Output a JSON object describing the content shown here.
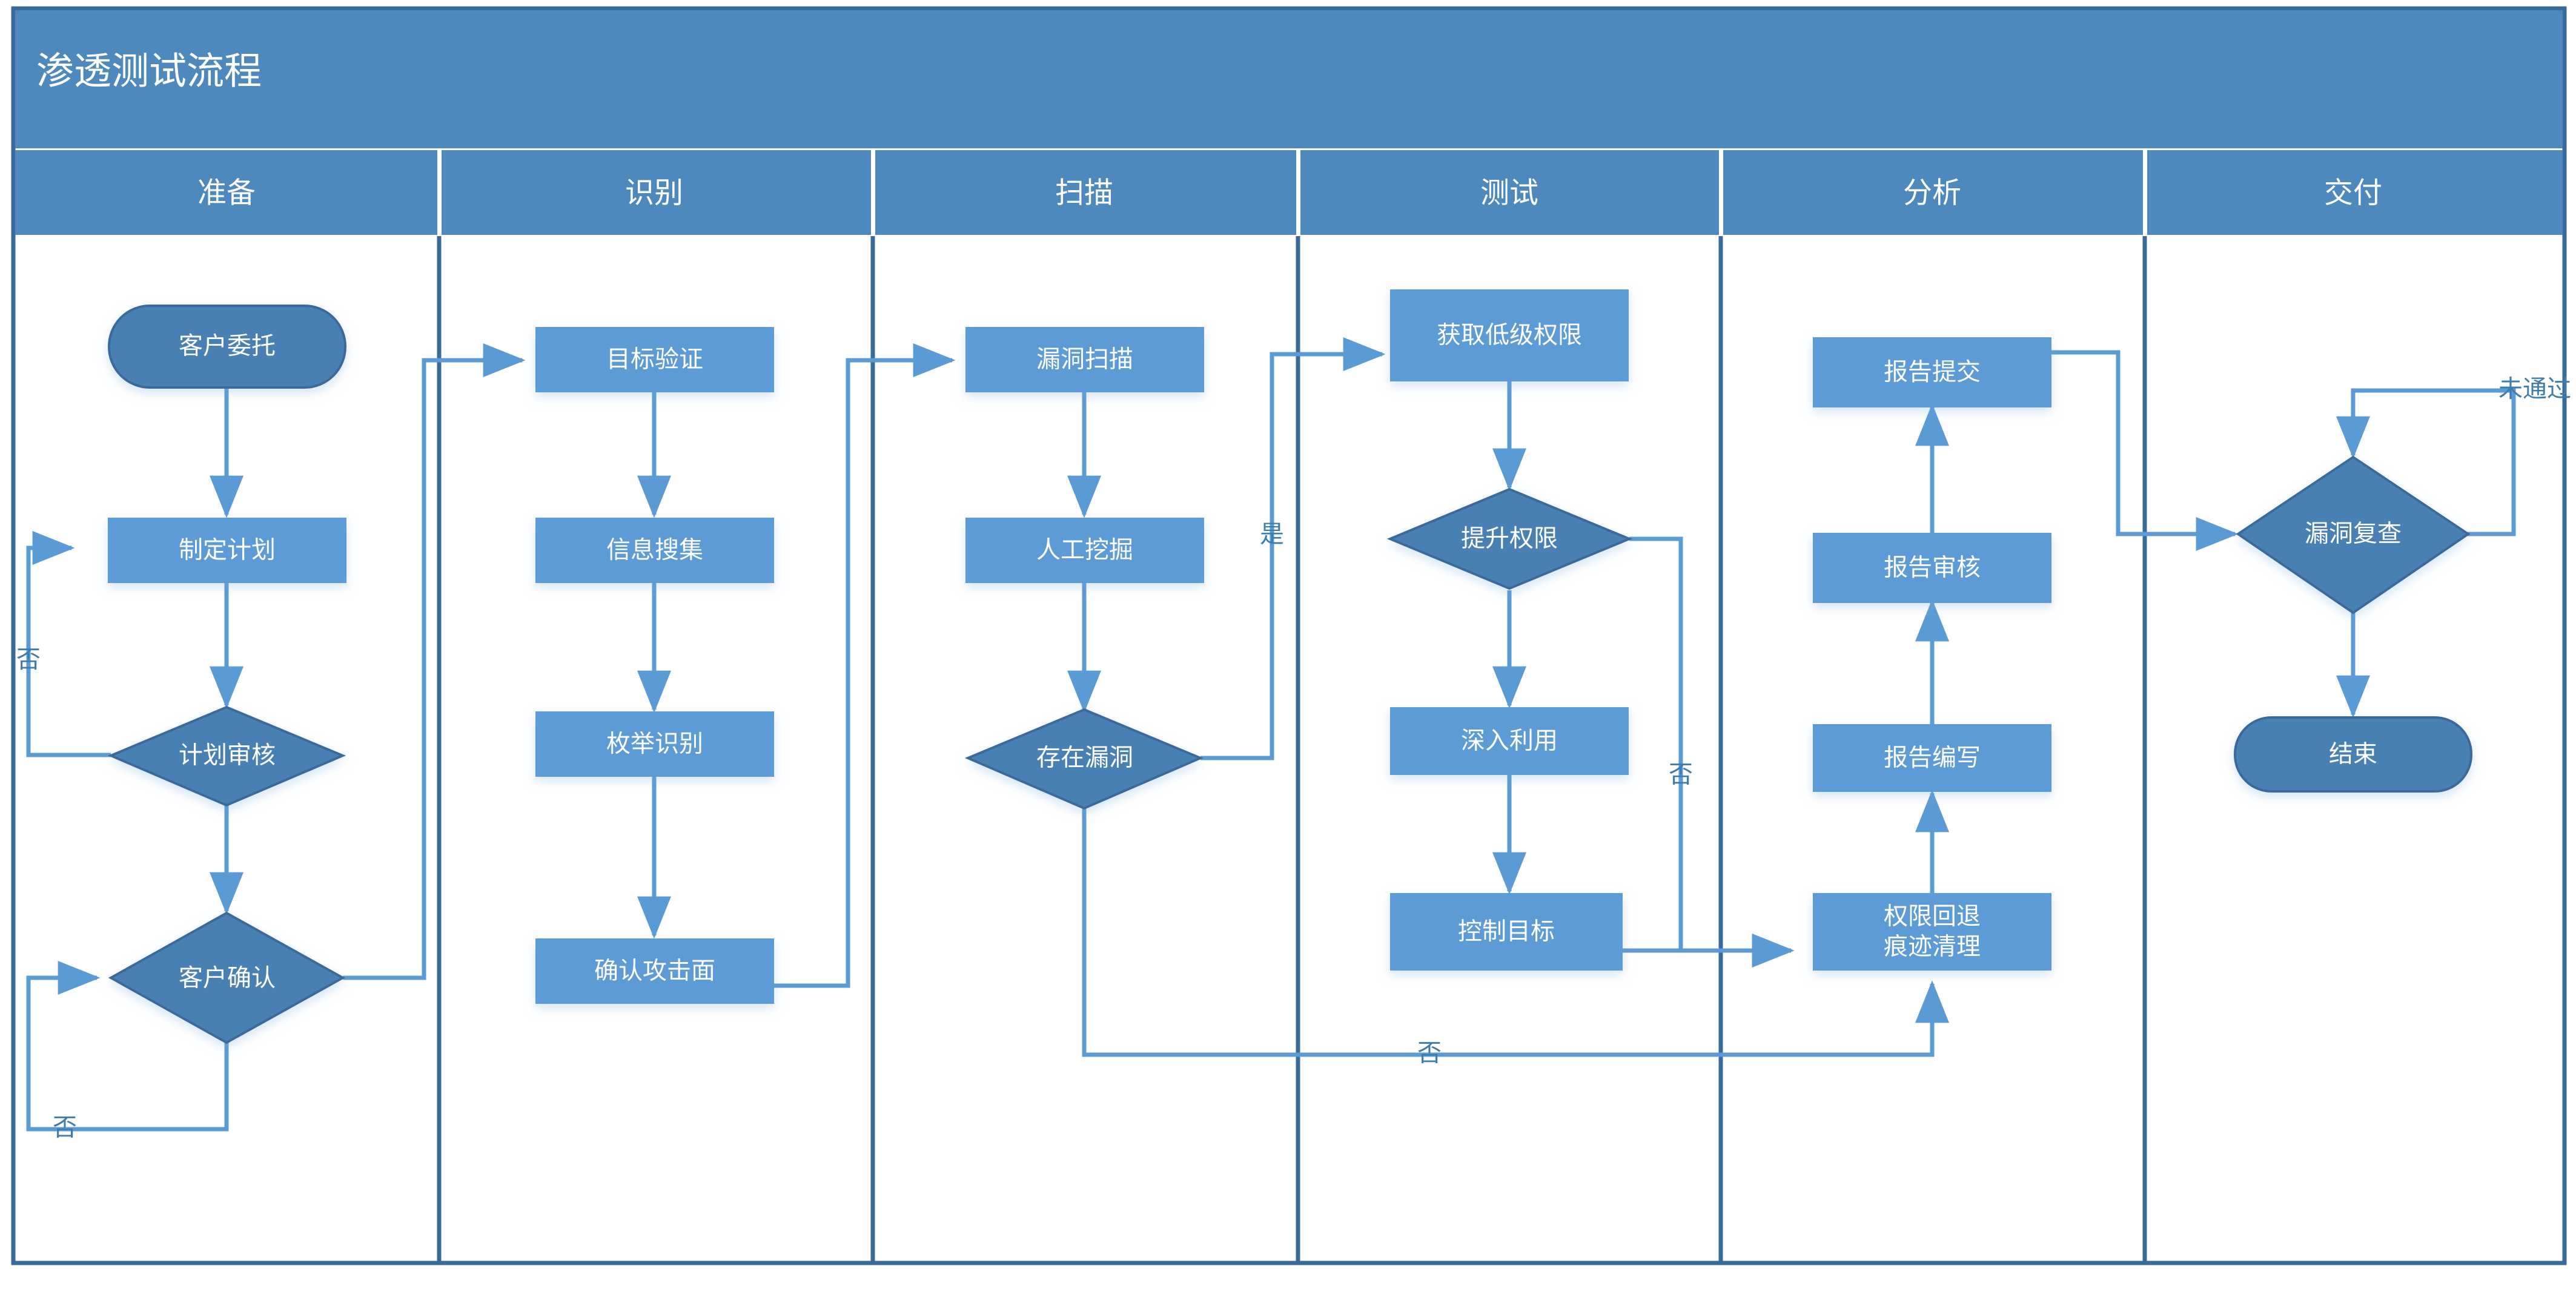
{
  "diagram": {
    "title": "渗透测试流程",
    "type": "swimlane-flowchart",
    "colors": {
      "header_bar": "#4E89BD",
      "lane_header": "#4E89BD",
      "process_fill": "#5B9BD5",
      "decision_fill": "#4A80B4",
      "terminal_fill": "#4A80B4",
      "connector": "#5B9BD5",
      "frame_border": "#3A6A9A",
      "canvas": "#FFFFFF",
      "label_text": "#FFFFFF",
      "edge_label_text": "#3F7CAE"
    },
    "lanes": [
      {
        "id": "prep",
        "label": "准备"
      },
      {
        "id": "identify",
        "label": "识别"
      },
      {
        "id": "scan",
        "label": "扫描"
      },
      {
        "id": "test",
        "label": "测试"
      },
      {
        "id": "analyze",
        "label": "分析"
      },
      {
        "id": "deliver",
        "label": "交付"
      }
    ],
    "nodes": [
      {
        "id": "n1",
        "lane": "prep",
        "shape": "terminal",
        "label": "客户委托"
      },
      {
        "id": "n2",
        "lane": "prep",
        "shape": "process",
        "label": "制定计划"
      },
      {
        "id": "n3",
        "lane": "prep",
        "shape": "decision",
        "label": "计划审核"
      },
      {
        "id": "n4",
        "lane": "prep",
        "shape": "decision",
        "label": "客户确认"
      },
      {
        "id": "n5",
        "lane": "identify",
        "shape": "process",
        "label": "目标验证"
      },
      {
        "id": "n6",
        "lane": "identify",
        "shape": "process",
        "label": "信息搜集"
      },
      {
        "id": "n7",
        "lane": "identify",
        "shape": "process",
        "label": "枚举识别"
      },
      {
        "id": "n8",
        "lane": "identify",
        "shape": "process",
        "label": "确认攻击面"
      },
      {
        "id": "n9",
        "lane": "scan",
        "shape": "process",
        "label": "漏洞扫描"
      },
      {
        "id": "n10",
        "lane": "scan",
        "shape": "process",
        "label": "人工挖掘"
      },
      {
        "id": "n11",
        "lane": "scan",
        "shape": "decision",
        "label": "存在漏洞"
      },
      {
        "id": "n12",
        "lane": "test",
        "shape": "process",
        "label": "获取低级权限"
      },
      {
        "id": "n13",
        "lane": "test",
        "shape": "decision",
        "label": "提升权限"
      },
      {
        "id": "n14",
        "lane": "test",
        "shape": "process",
        "label": "深入利用"
      },
      {
        "id": "n15",
        "lane": "test",
        "shape": "process",
        "label": "控制目标"
      },
      {
        "id": "n16",
        "lane": "analyze",
        "shape": "process",
        "label": "权限回退",
        "label2": "痕迹清理"
      },
      {
        "id": "n17",
        "lane": "analyze",
        "shape": "process",
        "label": "报告编写"
      },
      {
        "id": "n18",
        "lane": "analyze",
        "shape": "process",
        "label": "报告审核"
      },
      {
        "id": "n19",
        "lane": "analyze",
        "shape": "process",
        "label": "报告提交"
      },
      {
        "id": "n20",
        "lane": "deliver",
        "shape": "decision",
        "label": "漏洞复查"
      },
      {
        "id": "n21",
        "lane": "deliver",
        "shape": "terminal",
        "label": "结束"
      }
    ],
    "edges": [
      {
        "from": "n1",
        "to": "n2",
        "label": ""
      },
      {
        "from": "n2",
        "to": "n3",
        "label": ""
      },
      {
        "from": "n3",
        "to": "n2",
        "label": "否"
      },
      {
        "from": "n3",
        "to": "n4",
        "label": ""
      },
      {
        "from": "n4",
        "to": "n4",
        "label": "否"
      },
      {
        "from": "n4",
        "to": "n5",
        "label": ""
      },
      {
        "from": "n5",
        "to": "n6",
        "label": ""
      },
      {
        "from": "n6",
        "to": "n7",
        "label": ""
      },
      {
        "from": "n7",
        "to": "n8",
        "label": ""
      },
      {
        "from": "n8",
        "to": "n9",
        "label": ""
      },
      {
        "from": "n9",
        "to": "n10",
        "label": ""
      },
      {
        "from": "n10",
        "to": "n11",
        "label": ""
      },
      {
        "from": "n11",
        "to": "n12",
        "label": "是"
      },
      {
        "from": "n11",
        "to": "n16",
        "label": "否"
      },
      {
        "from": "n12",
        "to": "n13",
        "label": ""
      },
      {
        "from": "n13",
        "to": "n14",
        "label": ""
      },
      {
        "from": "n13",
        "to": "n16",
        "label": "否"
      },
      {
        "from": "n14",
        "to": "n15",
        "label": ""
      },
      {
        "from": "n15",
        "to": "n16",
        "label": ""
      },
      {
        "from": "n16",
        "to": "n17",
        "label": ""
      },
      {
        "from": "n17",
        "to": "n18",
        "label": ""
      },
      {
        "from": "n18",
        "to": "n19",
        "label": ""
      },
      {
        "from": "n19",
        "to": "n20",
        "label": ""
      },
      {
        "from": "n20",
        "to": "n20",
        "label": "未通过"
      },
      {
        "from": "n20",
        "to": "n21",
        "label": ""
      }
    ],
    "edge_labels": {
      "plan_review_no": "否",
      "client_confirm_no": "否",
      "vuln_exists_yes": "是",
      "vuln_exists_no": "否",
      "privesc_no": "否",
      "recheck_fail": "未通过"
    }
  }
}
